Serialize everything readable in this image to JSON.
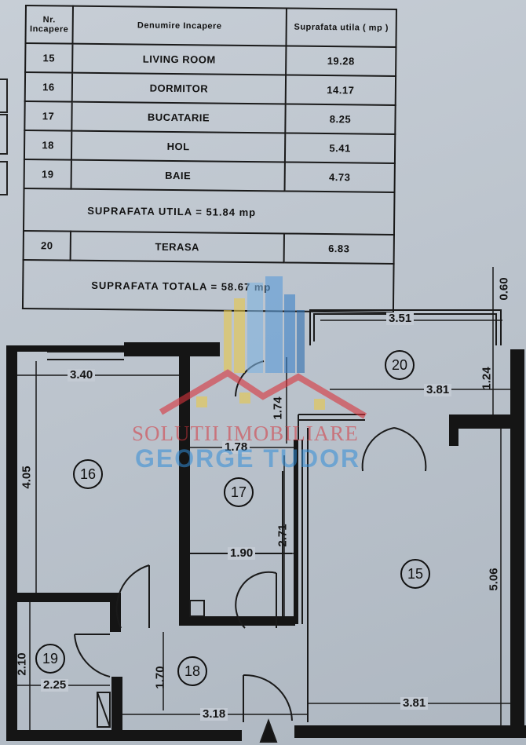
{
  "table": {
    "headers": {
      "nr": "Nr. Incapere",
      "name": "Denumire Incapere",
      "area": "Suprafata utila ( mp )"
    },
    "rooms": [
      {
        "nr": "15",
        "name": "LIVING ROOM",
        "area": "19.28"
      },
      {
        "nr": "16",
        "name": "DORMITOR",
        "area": "14.17"
      },
      {
        "nr": "17",
        "name": "BUCATARIE",
        "area": "8.25"
      },
      {
        "nr": "18",
        "name": "HOL",
        "area": "5.41"
      },
      {
        "nr": "19",
        "name": "BAIE",
        "area": "4.73"
      }
    ],
    "useful_total": "SUPRAFATA UTILA = 51.84 mp",
    "terrace": {
      "nr": "20",
      "name": "TERASA",
      "area": "6.83"
    },
    "grand_total": "SUPRAFATA TOTALA = 58.67 mp"
  },
  "plan": {
    "dimensions": {
      "d_351": "3.51",
      "d_060": "0.60",
      "d_124": "1.24",
      "d_381_top": "3.81",
      "d_340": "3.40",
      "d_174": "1.74",
      "d_178": "1.78",
      "d_405": "4.05",
      "d_271": "2.71",
      "d_190": "1.90",
      "d_506": "5.06",
      "d_210": "2.10",
      "d_225": "2.25",
      "d_170": "1.70",
      "d_318": "3.18",
      "d_381_bottom": "3.81"
    },
    "room_numbers": {
      "r15": "15",
      "r16": "16",
      "r17": "17",
      "r18": "18",
      "r19": "19",
      "r20": "20"
    }
  },
  "watermark": {
    "line1": "SOLUTII IMOBILIARE",
    "line2": "GEORGE TUDOR"
  }
}
